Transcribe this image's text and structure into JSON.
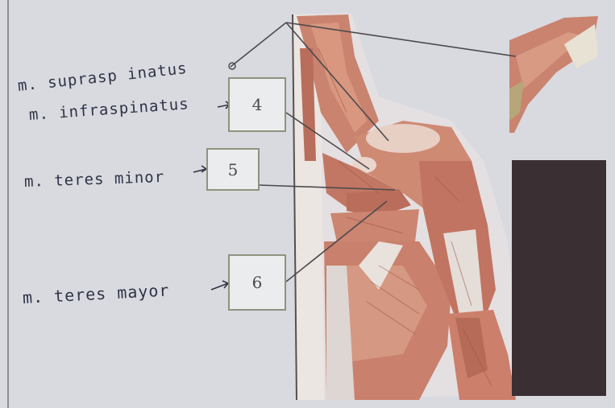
{
  "labels": {
    "supraspinatus": "m. suprasp inatus",
    "infraspinatus": "m. infraspinatus",
    "teres_minor": "m. teres minor",
    "teres_major": "m. teres mayor"
  },
  "boxes": {
    "box4": "4",
    "box5": "5",
    "box6": "6"
  },
  "colors": {
    "paper": "#d9dadf",
    "muscle": "#c9836f",
    "muscle_dark": "#a85a4a",
    "muscle_light": "#e2a592",
    "tendon": "#e9e4d8",
    "dark_panel": "#3a3033",
    "ink": "#2f3348"
  }
}
